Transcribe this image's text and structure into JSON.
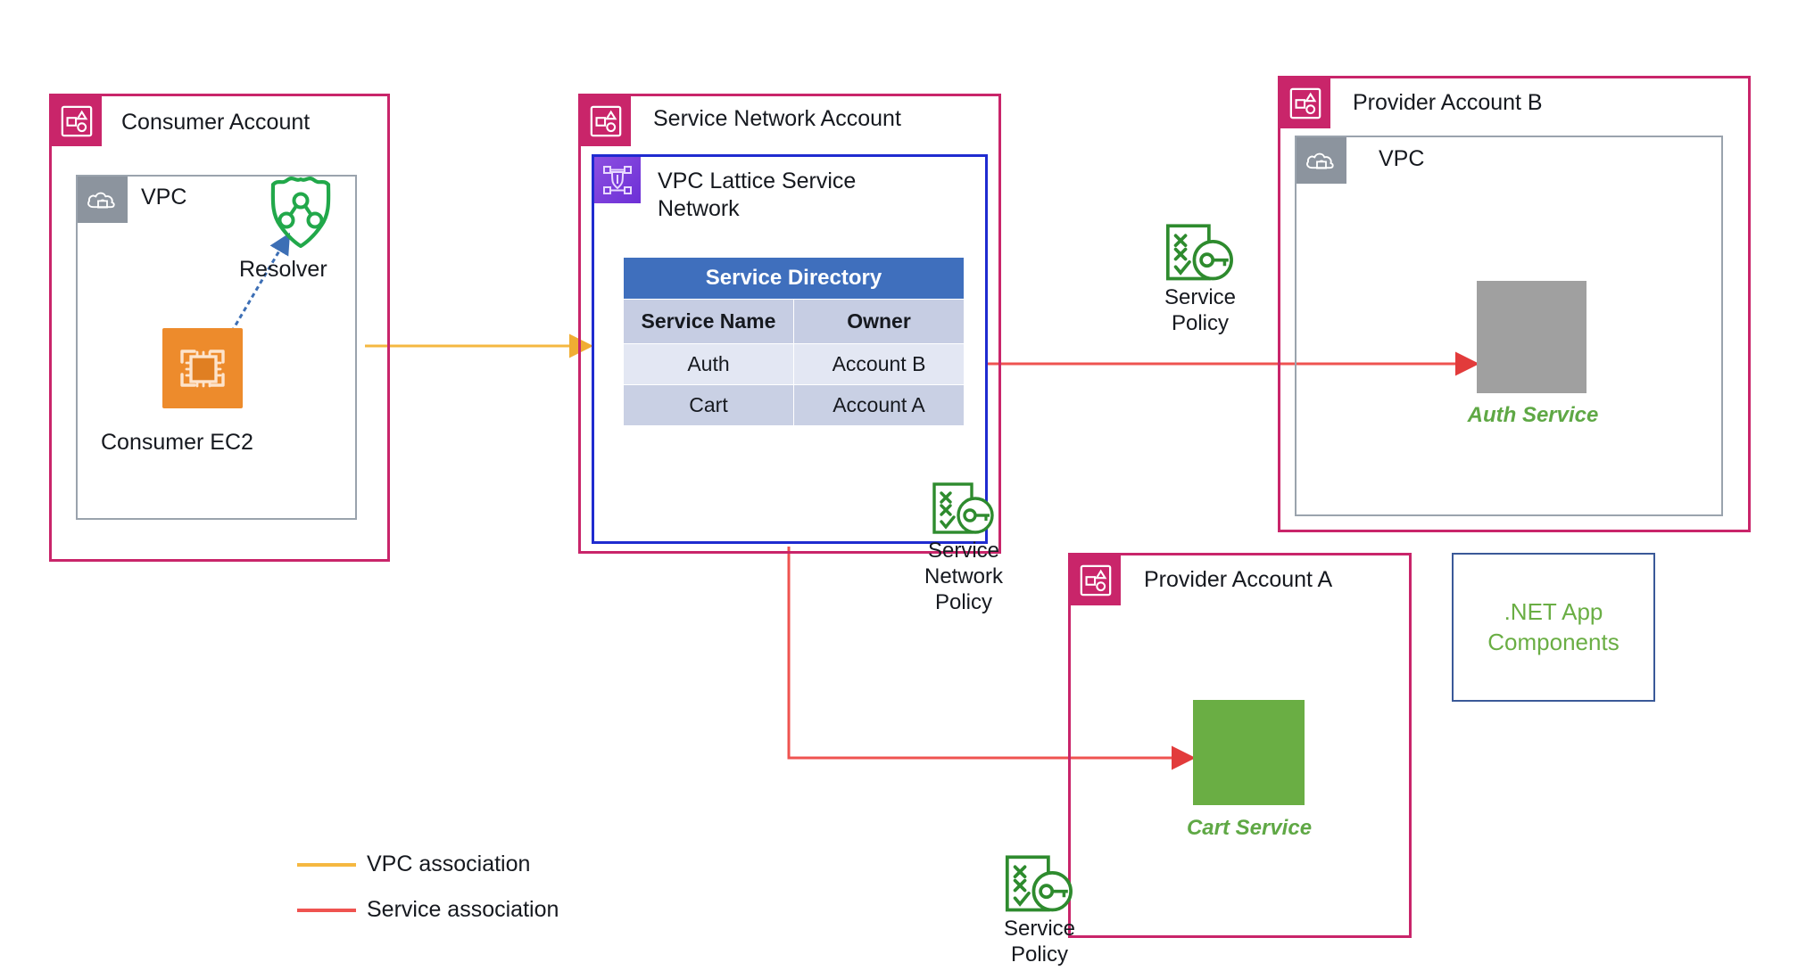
{
  "diagram": {
    "title": "VPC Lattice cross-account service network",
    "colors": {
      "account_border": "#c9256a",
      "vpc_border": "#9aa3ad",
      "lattice_border": "#1f2bd0",
      "table_header": "#3f6fbd",
      "service_green": "#6aae44",
      "service_grey": "#a0a0a0",
      "vpc_association": "#f5b841",
      "service_association": "#ef5350",
      "net_box_border": "#3a5998",
      "ec2_orange": "#ed8b2c",
      "lattice_purple": "#7b3fe0"
    }
  },
  "consumer_account": {
    "title": "Consumer Account",
    "vpc": {
      "title": "VPC"
    },
    "resolver": {
      "label": "Resolver",
      "icon": "route53-resolver-shield-icon"
    },
    "ec2": {
      "label": "Consumer EC2",
      "icon": "ec2-instance-icon"
    }
  },
  "service_network_account": {
    "title": "Service Network Account",
    "lattice": {
      "title": "VPC Lattice Service\nNetwork",
      "icon": "vpc-lattice-icon"
    },
    "service_directory": {
      "title": "Service Directory",
      "columns": [
        "Service Name",
        "Owner"
      ],
      "rows": [
        {
          "service_name": "Auth",
          "owner": "Account B"
        },
        {
          "service_name": "Cart",
          "owner": "Account A"
        }
      ]
    },
    "service_network_policy": {
      "label": "Service\nNetwork\nPolicy",
      "icon": "policy-key-icon"
    }
  },
  "provider_account_b": {
    "title": "Provider Account B",
    "vpc": {
      "title": "VPC"
    },
    "service": {
      "label": "Auth Service",
      "tile_style": "grey"
    },
    "service_policy": {
      "label": "Service\nPolicy",
      "icon": "policy-key-icon"
    }
  },
  "provider_account_a": {
    "title": "Provider Account A",
    "service": {
      "label": "Cart Service",
      "tile_style": "green"
    },
    "service_policy": {
      "label": "Service\nPolicy",
      "icon": "policy-key-icon"
    }
  },
  "net_components": {
    "label": ".NET App\nComponents"
  },
  "legend": {
    "items": [
      {
        "label": "VPC association",
        "color": "#f5b841"
      },
      {
        "label": "Service association",
        "color": "#ef5350"
      }
    ]
  }
}
